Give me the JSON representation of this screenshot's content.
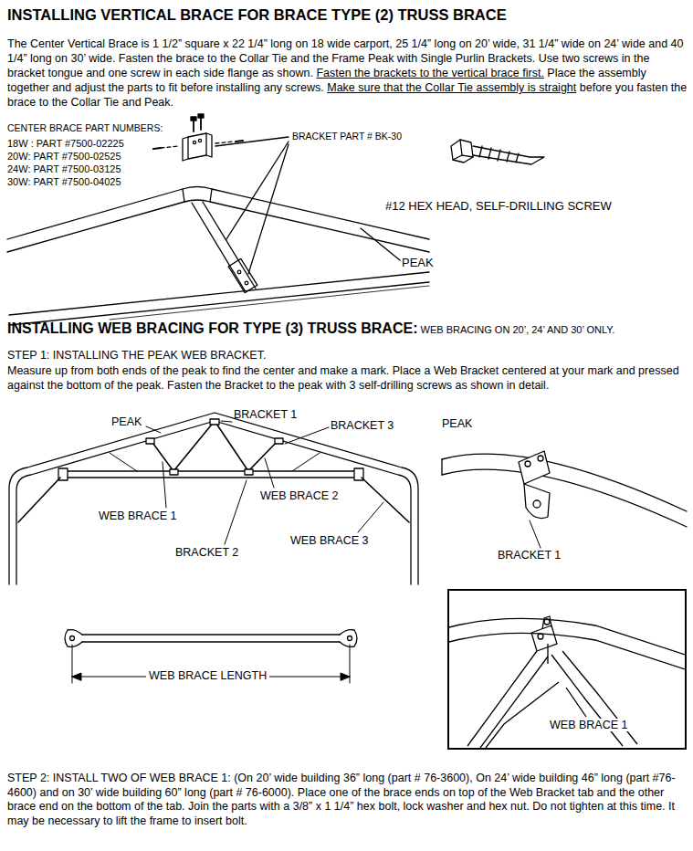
{
  "diagram": {
    "title": "INSTALLING VERTICAL BRACE FOR BRACE TYPE (2) TRUSS BRACE",
    "nodes": [
      {
        "text": [
          "WEB BRACE 1"
        ]
      }
    ],
    "labels": [
      "The Center Vertical Brace is 1 1/2” square x  22 1/4” long on 18 wide carport, 25 1/4” long on 20’ wide, 31 1/4” wide on 24’ wide and 40 1/4” long on 30’ wide. Fasten the brace to the Collar Tie and the Frame Peak with Single Purlin Brackets. Use two screws in the bracket tongue and one screw in each side flange as shown.",
      "Fasten the brackets to the vertical brace first.",
      "Place the assembly together and adjust the parts to fit before installing any screws.",
      "Make sure that the Collar Tie assembly is straight",
      "before you fasten the brace to the Collar Tie and Peak.",
      "CENTER BRACE PART NUMBERS:",
      "18W : PART #7500-02225",
      "20W: PART #7500-02525",
      "24W: PART #7500-03125",
      "30W: PART #7500-04025",
      "BRACKET PART # BK-30",
      "#12 HEX HEAD, SELF-DRILLING SCREW",
      "PEAK",
      "INSTALLING WEB BRACING FOR TYPE (3) TRUSS BRACE:",
      "WEB BRACING ON 20’, 24’ AND 30’ ONLY.",
      "STEP 1: INSTALLING THE PEAK WEB BRACKET.",
      "Measure up from both ends of the peak to find the center and make a mark. Place a Web Bracket centered at your mark and pressed against the bottom of the peak. Fasten the Bracket to the peak with 3 self-drilling screws as shown in detail.",
      "PEAK",
      "BRACKET 1",
      "BRACKET 3",
      "WEB BRACE 2",
      "WEB BRACE 1",
      "BRACKET 2",
      "WEB BRACE 3",
      "PEAK",
      "BRACKET 1",
      "WEB BRACE LENGTH",
      "STEP 2: INSTALL TWO OF WEB BRACE 1:  (On 20’ wide building 36” long (part # 76-3600), On 24’ wide building 46” long (part #76-4600) and on 30’ wide building 60” long (part # 76-6000). Place one of the brace ends on top of the Web Bracket tab and the other brace end on the bottom of the tab. Join the parts with a 3/8” x 1 1/4” hex bolt, lock washer and hex nut. Do not tighten at this time. It may be necessary to lift the frame to insert bolt."
    ]
  }
}
